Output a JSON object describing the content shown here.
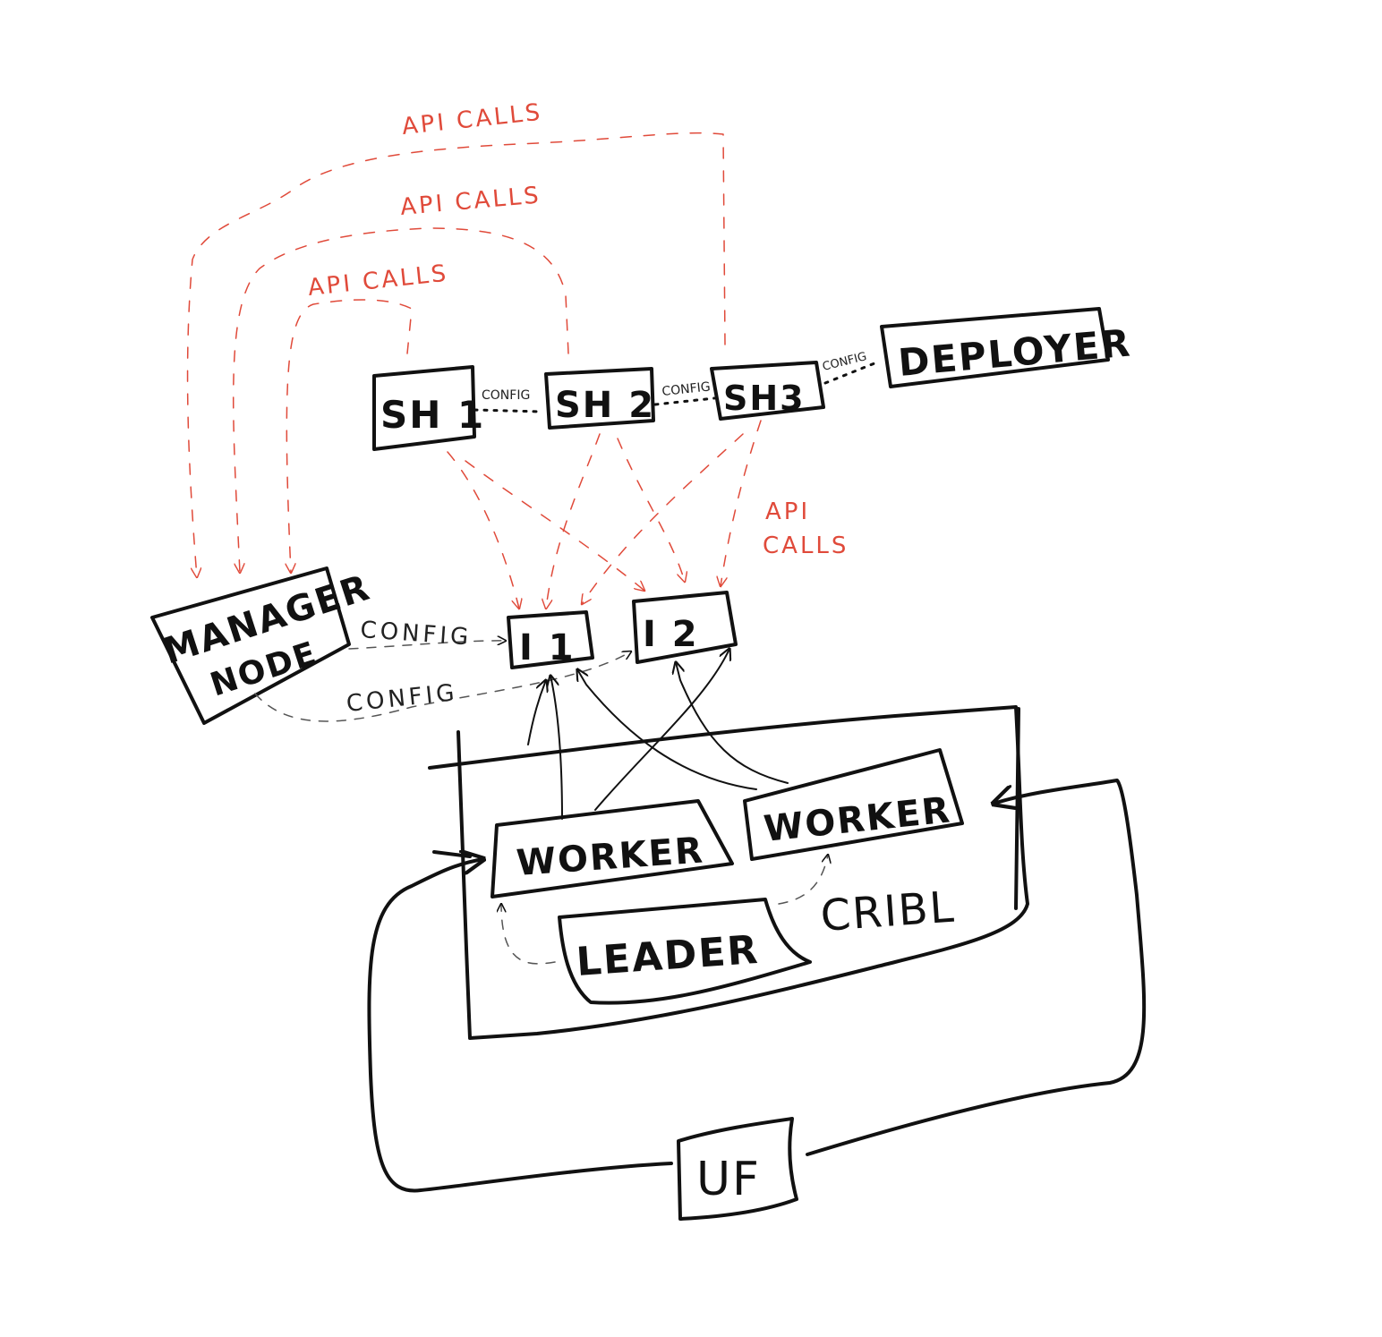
{
  "colors": {
    "ink": "#111111",
    "annotation": "#e04a3a"
  },
  "nodes": {
    "sh1": "SH 1",
    "sh2": "SH 2",
    "sh3": "SH3",
    "deployer": "DEPLOYER",
    "manager_line1": "MANAGER",
    "manager_line2": "NODE",
    "i1": "I 1",
    "i2": "I 2",
    "worker_left": "WORKER",
    "worker_right": "WORKER",
    "leader": "LEADER",
    "cribl": "CRIBL",
    "uf": "UF"
  },
  "labels": {
    "api_calls_top": "API CALLS",
    "api_calls_middle": "API CALLS",
    "api_calls_lower": "API CALLS",
    "api_line1": "API",
    "api_line2": "CALLS",
    "config_sh1_sh2": "CONFIG",
    "config_sh2_sh3": "CONFIG",
    "config_sh3_deployer": "CONFIG",
    "config_manager_i1": "CONFIG",
    "config_manager_i2": "CONFIG"
  }
}
